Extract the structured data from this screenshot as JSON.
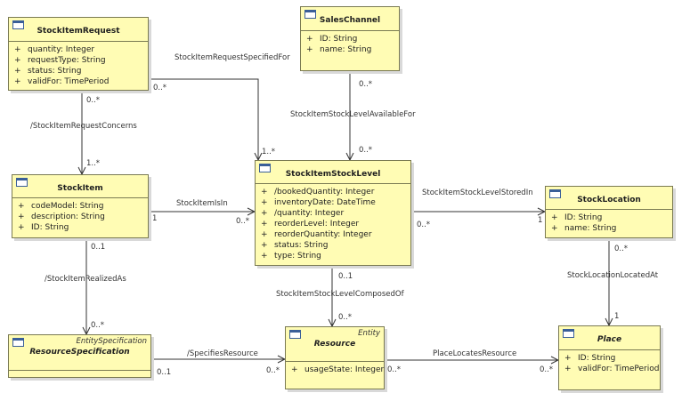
{
  "classes": {
    "stock_item_request": {
      "name": "StockItemRequest",
      "attributes": [
        {
          "vis": "+",
          "text": "quantity: Integer"
        },
        {
          "vis": "+",
          "text": "requestType: String"
        },
        {
          "vis": "+",
          "text": "status: String"
        },
        {
          "vis": "+",
          "text": "validFor: TimePeriod"
        }
      ]
    },
    "sales_channel": {
      "name": "SalesChannel",
      "attributes": [
        {
          "vis": "+",
          "text": "ID: String"
        },
        {
          "vis": "+",
          "text": "name: String"
        }
      ]
    },
    "stock_item": {
      "name": "StockItem",
      "attributes": [
        {
          "vis": "+",
          "text": "codeModel: String"
        },
        {
          "vis": "+",
          "text": "description: String"
        },
        {
          "vis": "+",
          "text": "ID: String"
        }
      ]
    },
    "stock_item_stock_level": {
      "name": "StockItemStockLevel",
      "attributes": [
        {
          "vis": "+",
          "text": "/bookedQuantity: Integer"
        },
        {
          "vis": "+",
          "text": "inventoryDate: DateTime"
        },
        {
          "vis": "+",
          "text": "/quantity: Integer"
        },
        {
          "vis": "+",
          "text": "reorderLevel: Integer"
        },
        {
          "vis": "+",
          "text": "reorderQuantity: Integer"
        },
        {
          "vis": "+",
          "text": "status: String"
        },
        {
          "vis": "+",
          "text": "type: String"
        }
      ]
    },
    "stock_location": {
      "name": "StockLocation",
      "attributes": [
        {
          "vis": "+",
          "text": "ID: String"
        },
        {
          "vis": "+",
          "text": "name: String"
        }
      ]
    },
    "resource_specification": {
      "name": "ResourceSpecification",
      "stereotype": "EntitySpecification",
      "attributes": []
    },
    "resource": {
      "name": "Resource",
      "stereotype": "Entity",
      "attributes": [
        {
          "vis": "+",
          "text": "usageState: Integer"
        }
      ]
    },
    "place": {
      "name": "Place",
      "attributes": [
        {
          "vis": "+",
          "text": "ID: String"
        },
        {
          "vis": "+",
          "text": "validFor: TimePeriod"
        }
      ]
    }
  },
  "associations": {
    "stock_item_request_specified_for": {
      "name": "StockItemRequestSpecifiedFor",
      "source_mult": "0..*",
      "target_mult": "1..*"
    },
    "stock_item_request_concerns": {
      "name": "/StockItemRequestConcerns",
      "source_mult": "0..*",
      "target_mult": "1..*"
    },
    "stock_item_stock_level_available_for": {
      "name": "StockItemStockLevelAvailableFor",
      "source_mult": "0..*",
      "target_mult": "0..*"
    },
    "stock_item_is_in": {
      "name": "StockItemIsIn",
      "source_mult": "1",
      "target_mult": "0..*"
    },
    "stock_item_stock_level_stored_in": {
      "name": "StockItemStockLevelStoredIn",
      "source_mult": "0..*",
      "target_mult": "1"
    },
    "stock_item_realized_as": {
      "name": "/StockItemRealizedAs",
      "source_mult": "0..1",
      "target_mult": "0..*"
    },
    "stock_item_stock_level_composed_of": {
      "name": "StockItemStockLevelComposedOf",
      "source_mult": "0..1",
      "target_mult": "0..*"
    },
    "stock_location_located_at": {
      "name": "StockLocationLocatedAt",
      "source_mult": "0..*",
      "target_mult": "1"
    },
    "specifies_resource": {
      "name": "/SpecifiesResource",
      "source_mult": "0..1",
      "target_mult": "0..*"
    },
    "place_locates_resource": {
      "name": "PlaceLocatesResource",
      "source_mult": "0..*",
      "target_mult": "0..*"
    }
  }
}
